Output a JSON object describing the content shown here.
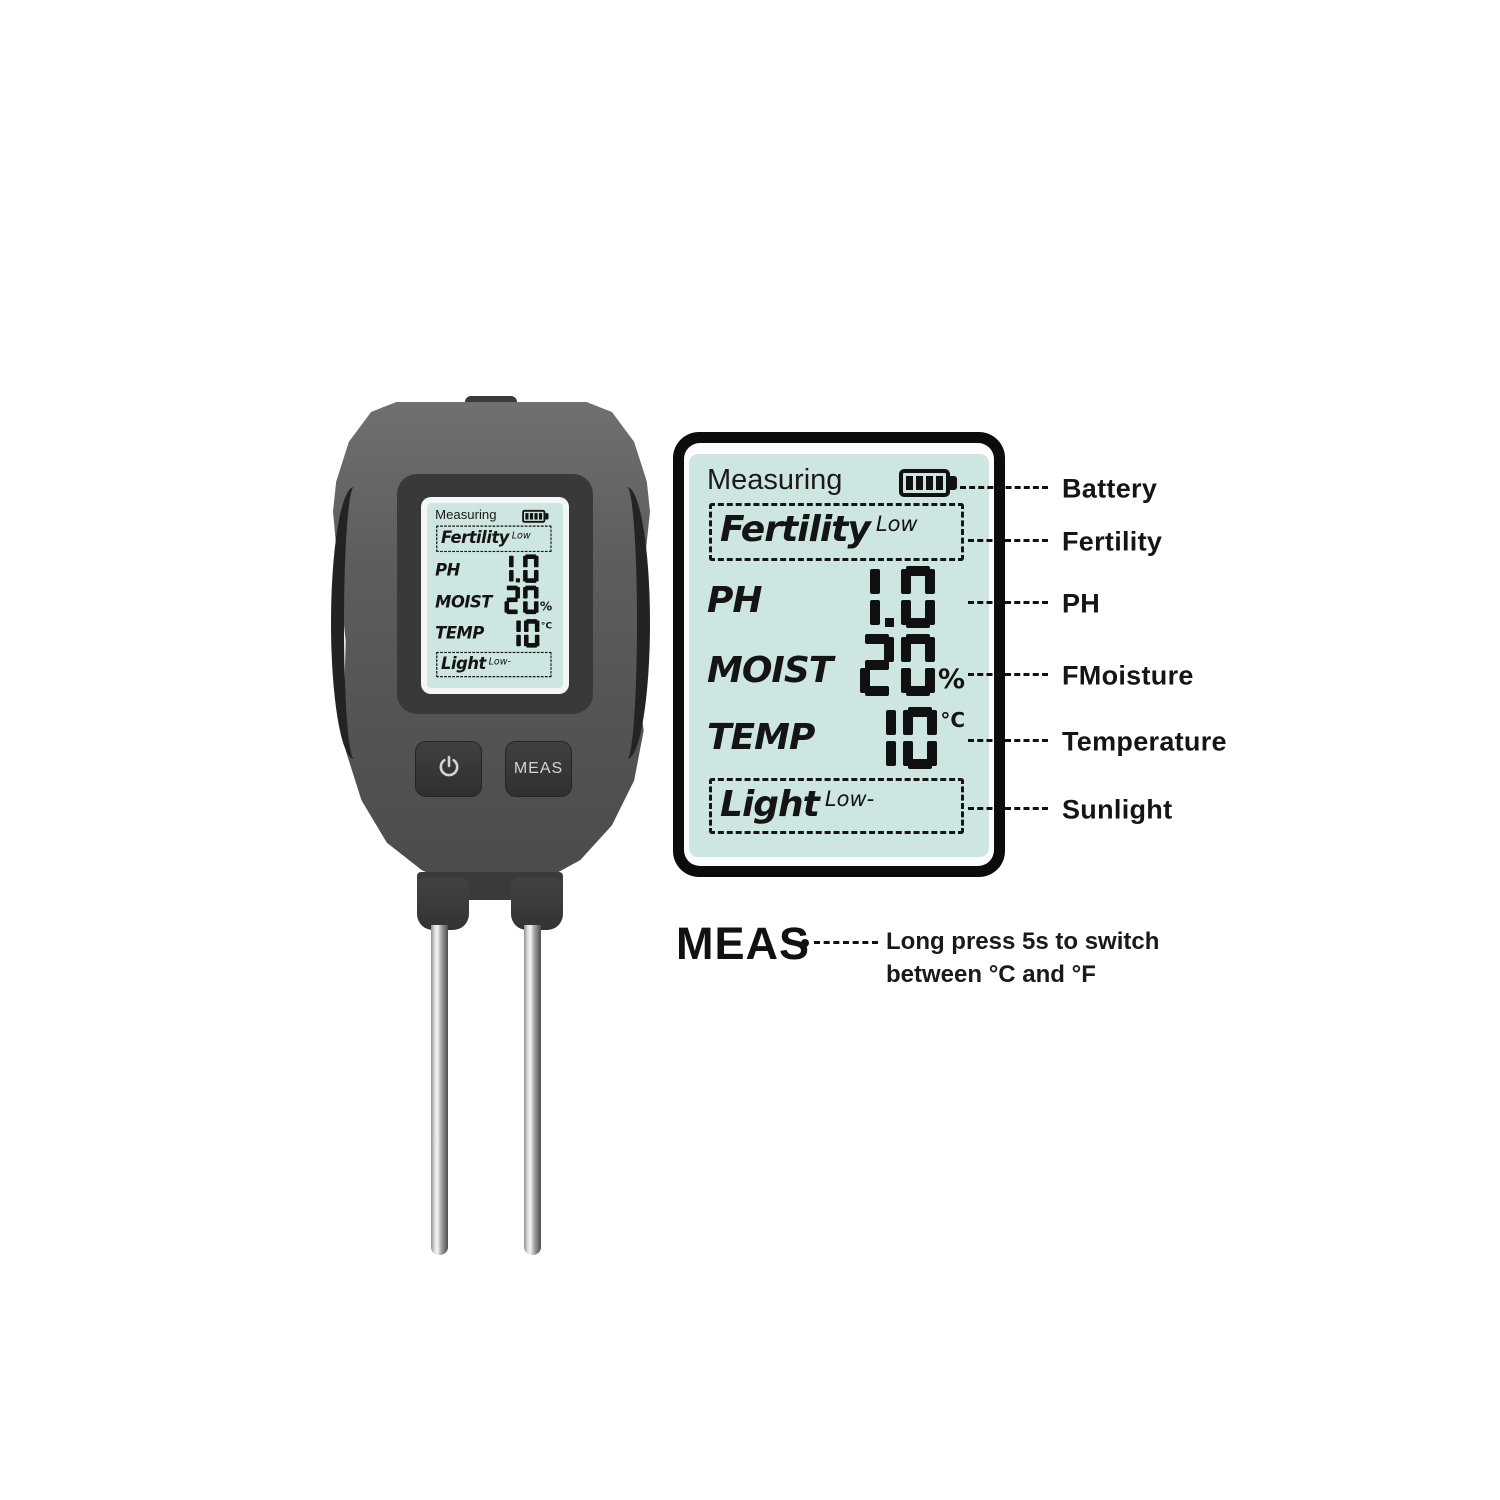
{
  "lcd": {
    "status_label": "Measuring",
    "fertility_label": "Fertility",
    "fertility_value": "Low",
    "ph_label": "PH",
    "ph_value": "1.0",
    "moist_label": "MOIST",
    "moist_value": "20",
    "moist_unit": "%",
    "temp_label": "TEMP",
    "temp_value": "10",
    "temp_unit": "°C",
    "light_label": "Light",
    "light_value": "Low-"
  },
  "device": {
    "meas_button_label": "MEAS"
  },
  "callouts": [
    {
      "label": "Battery"
    },
    {
      "label": "Fertility"
    },
    {
      "label": "PH"
    },
    {
      "label": "FMoisture"
    },
    {
      "label": "Temperature"
    },
    {
      "label": "Sunlight"
    }
  ],
  "meas_note": {
    "button_label": "MEAS",
    "note_line1": "Long press 5s to switch",
    "note_line2": "between °C and °F"
  },
  "colors": {
    "lcd_background": "#cde6e2",
    "panel_border": "#0c0c0c",
    "device_body": "#5e5e5e",
    "text": "#151515"
  }
}
